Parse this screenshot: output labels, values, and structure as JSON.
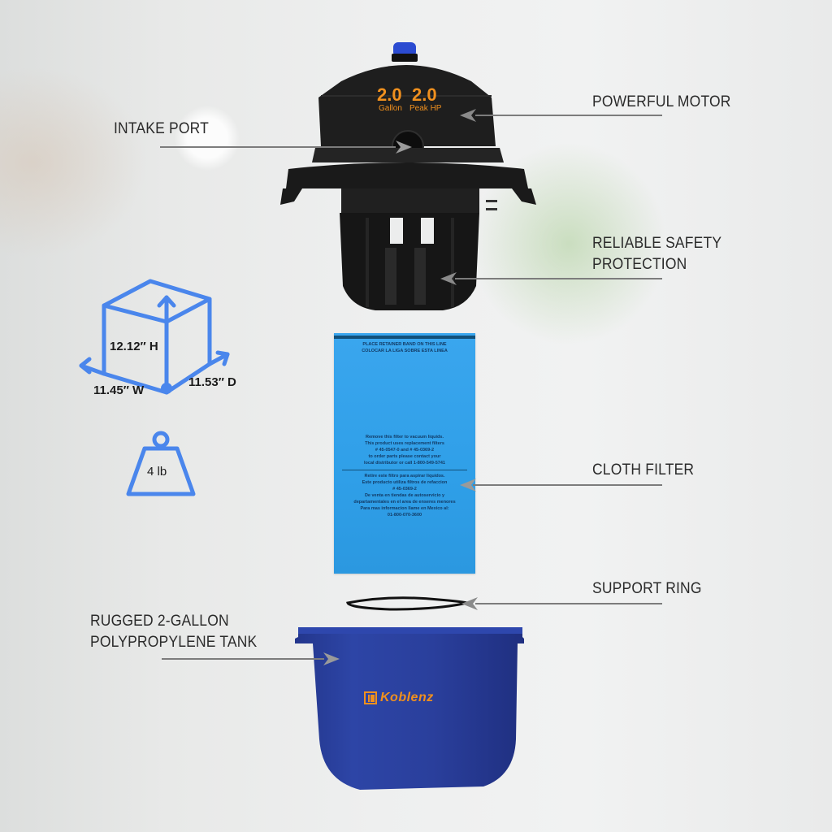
{
  "callouts": {
    "powerful_motor": "POWERFUL MOTOR",
    "intake_port": "INTAKE PORT",
    "safety_line1": "RELIABLE SAFETY",
    "safety_line2": "PROTECTION",
    "cloth_filter": "CLOTH FILTER",
    "support_ring": "SUPPORT RING",
    "tank_line1": "RUGGED 2-GALLON",
    "tank_line2": "POLYPROPYLENE TANK"
  },
  "motor_badge": {
    "capacity_value": "2.0",
    "capacity_unit": "Gallon",
    "power_value": "2.0",
    "power_unit": "Peak HP"
  },
  "dimensions": {
    "height": "12.12″ H",
    "width": "11.45″ W",
    "depth": "11.53″ D",
    "weight": "4 lb"
  },
  "filter": {
    "top_line1": "PLACE RETAINER BAND ON THIS LINE",
    "top_line2": "COLOCAR LA LIGA SOBRE ESTA LINEA",
    "english": [
      "Remove this filter to vacuum liquids.",
      "This product uses replacement filters",
      "# 45-0547-0 and # 45-0369-2",
      "to order parts please contact your",
      "local distributor or call 1-800-549-5741"
    ],
    "spanish": [
      "Retire este filtro para aspirar liquidos.",
      "Este producto utiliza filtros de refaccion",
      "# 45-0369-2",
      "De venta en tiendas de autoservicio y",
      "departamentales en el area de enseres menores",
      "Para mas informacion llame en Mexico al:",
      "01-800-070-3600"
    ]
  },
  "brand": {
    "name": "Koblenz"
  },
  "colors": {
    "accent_blue": "#4a86ec",
    "filter_blue": "#2f9fe8",
    "tank_blue": "#2a3f9a",
    "badge_orange": "#f0901e",
    "motor_black": "#1c1c1c"
  }
}
